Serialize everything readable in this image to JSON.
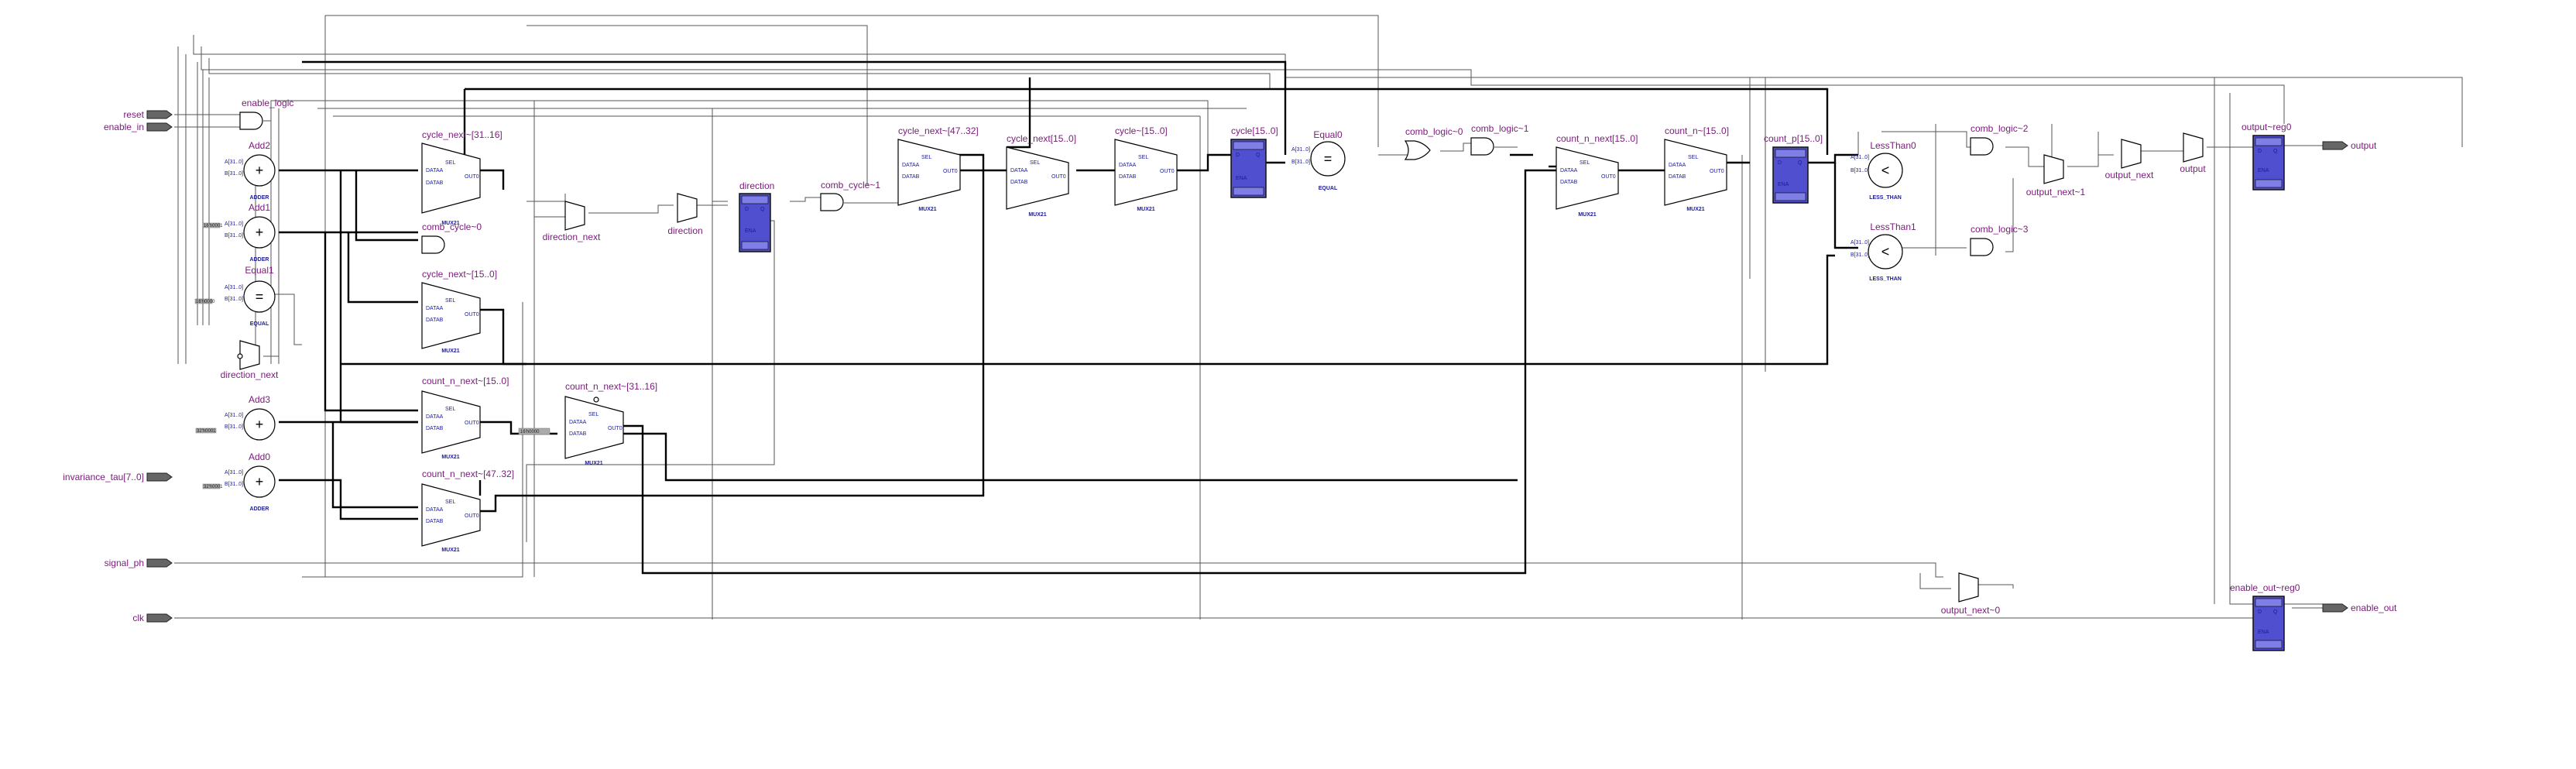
{
  "ports": {
    "inputs": [
      "reset",
      "enable_in",
      "invariance_tau[7..0]",
      "signal_ph",
      "clk"
    ],
    "outputs": [
      "output",
      "enable_out"
    ]
  },
  "labels": {
    "enable_logic": "enable_logic",
    "add2": "Add2",
    "add1": "Add1",
    "equal1": "Equal1",
    "add3": "Add3",
    "add0": "Add0",
    "direction_next_mux": "direction_next",
    "cycle_next_31_16": "cycle_next~[31..16]",
    "comb_cycle_0": "comb_cycle~0",
    "cycle_next_15_0": "cycle_next~[15..0]",
    "count_n_next_15_0_lower": "count_n_next~[15..0]",
    "count_n_next_47_32": "count_n_next~[47..32]",
    "count_n_next_31_16": "count_n_next~[31..16]",
    "direction_next_label": "direction_next",
    "direction_mux": "direction",
    "direction_reg": "direction",
    "comb_cycle_1": "comb_cycle~1",
    "cycle_next_47_32": "cycle_next~[47..32]",
    "cycle_next_15_0_b": "cycle_next[15..0]",
    "cycle_15_0_mux": "cycle~[15..0]",
    "cycle_reg": "cycle[15..0]",
    "equal0": "Equal0",
    "comb_logic_0": "comb_logic~0",
    "comb_logic_1": "comb_logic~1",
    "count_n_next_15_0": "count_n_next[15..0]",
    "count_n_15_0": "count_n~[15..0]",
    "count_p_reg": "count_p[15..0]",
    "less_than_0": "LessThan0",
    "less_than_1": "LessThan1",
    "comb_logic_2": "comb_logic~2",
    "comb_logic_3": "comb_logic~3",
    "output_next_1": "output_next~1",
    "output_next": "output_next",
    "output_mux": "output",
    "output_reg0": "output~reg0",
    "output_next_0": "output_next~0",
    "enable_out_reg0": "enable_out~reg0"
  },
  "blocks": {
    "adder": "ADDER",
    "equal": "EQUAL",
    "less_than": "LESS_THAN",
    "mux21": "MUX21",
    "sel": "SEL",
    "dataa": "DATAA",
    "datab": "DATAB",
    "out0": "OUT0",
    "a": "A[31..0]",
    "b": "B[31..0]",
    "pre": "PRE",
    "ena": "ENA",
    "clr": "CLR",
    "d": "D",
    "q": "Q"
  },
  "constants": {
    "c1": "16'h0001",
    "c2": "32'h0001",
    "c3": "16'h0000",
    "c4": "32'h0001",
    "c5": "16'h0000"
  },
  "colors": {
    "wire": "#555555",
    "bus": "#000000",
    "label": "#7a1a7a",
    "block_text": "#1a1aa0",
    "register_fill": "#4f4fcf",
    "port_fill": "#666666"
  }
}
